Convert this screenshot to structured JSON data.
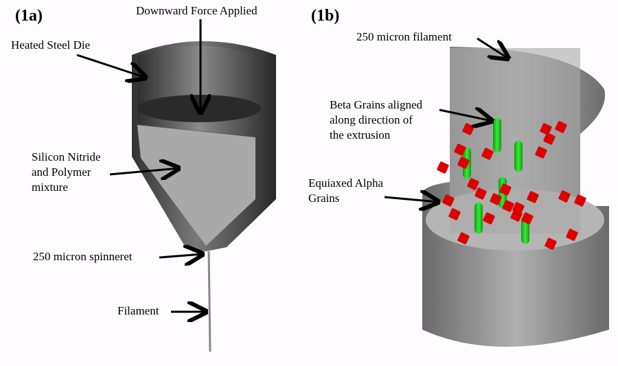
{
  "figure": {
    "panel_a": {
      "label": "(1a)",
      "annotations": {
        "force": "Downward Force Applied",
        "die": "Heated Steel Die",
        "mixture_line1": "Silicon Nitride",
        "mixture_line2": "and Polymer",
        "mixture_line3": "mixture",
        "spinneret": "250 micron spinneret",
        "filament": "Filament"
      }
    },
    "panel_b": {
      "label": "(1b)",
      "annotations": {
        "filament": "250 micron filament",
        "beta_line1": "Beta Grains aligned",
        "beta_line2": "along direction of",
        "beta_line3": "the extrusion",
        "alpha_line1": "Equiaxed Alpha",
        "alpha_line2": "Grains"
      }
    },
    "colors": {
      "die_dark": "#3a3a3a",
      "die_mid": "#6b6b6b",
      "mixture": "#a8a8a8",
      "cylinder": "#a0a0a0",
      "beta_grain": "#22cc22",
      "alpha_grain": "#dd0000"
    }
  }
}
